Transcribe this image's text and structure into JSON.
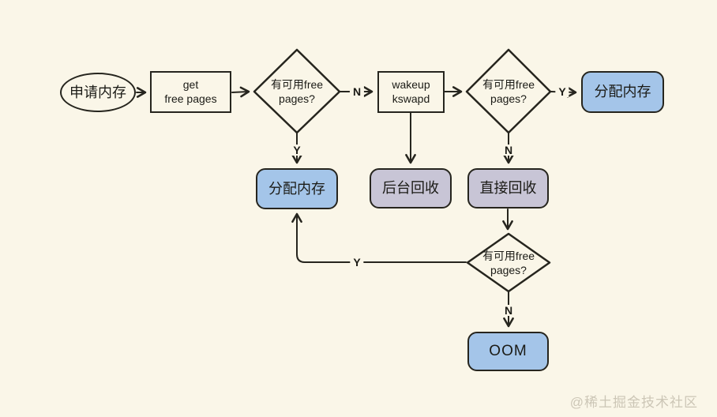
{
  "colors": {
    "background": "#faf6e8",
    "stroke": "#26251e",
    "text": "#1b1b16",
    "node_blue": "#a4c5e9",
    "node_gray": "#c8c5d6",
    "watermark": "#ccc6b6"
  },
  "nodes": {
    "start": {
      "label": "申请内存"
    },
    "get_free_pages": {
      "line1": "get",
      "line2": "free pages"
    },
    "decision1": {
      "line1": "有可用free",
      "line2": "pages?"
    },
    "wakeup_kswapd": {
      "line1": "wakeup",
      "line2": "kswapd"
    },
    "decision2": {
      "line1": "有可用free",
      "line2": "pages?"
    },
    "alloc_right": {
      "label": "分配内存"
    },
    "alloc_mid": {
      "label": "分配内存"
    },
    "background_reclaim": {
      "label": "后台回收"
    },
    "direct_reclaim": {
      "label": "直接回收"
    },
    "decision3": {
      "line1": "有可用free",
      "line2": "pages?"
    },
    "oom": {
      "label": "OOM"
    }
  },
  "edge_labels": {
    "d1_no": "N",
    "d1_yes": "Y",
    "d2_yes": "Y",
    "d2_no": "N",
    "d3_yes": "Y",
    "d3_no": "N"
  },
  "watermark": "@稀土掘金技术社区"
}
